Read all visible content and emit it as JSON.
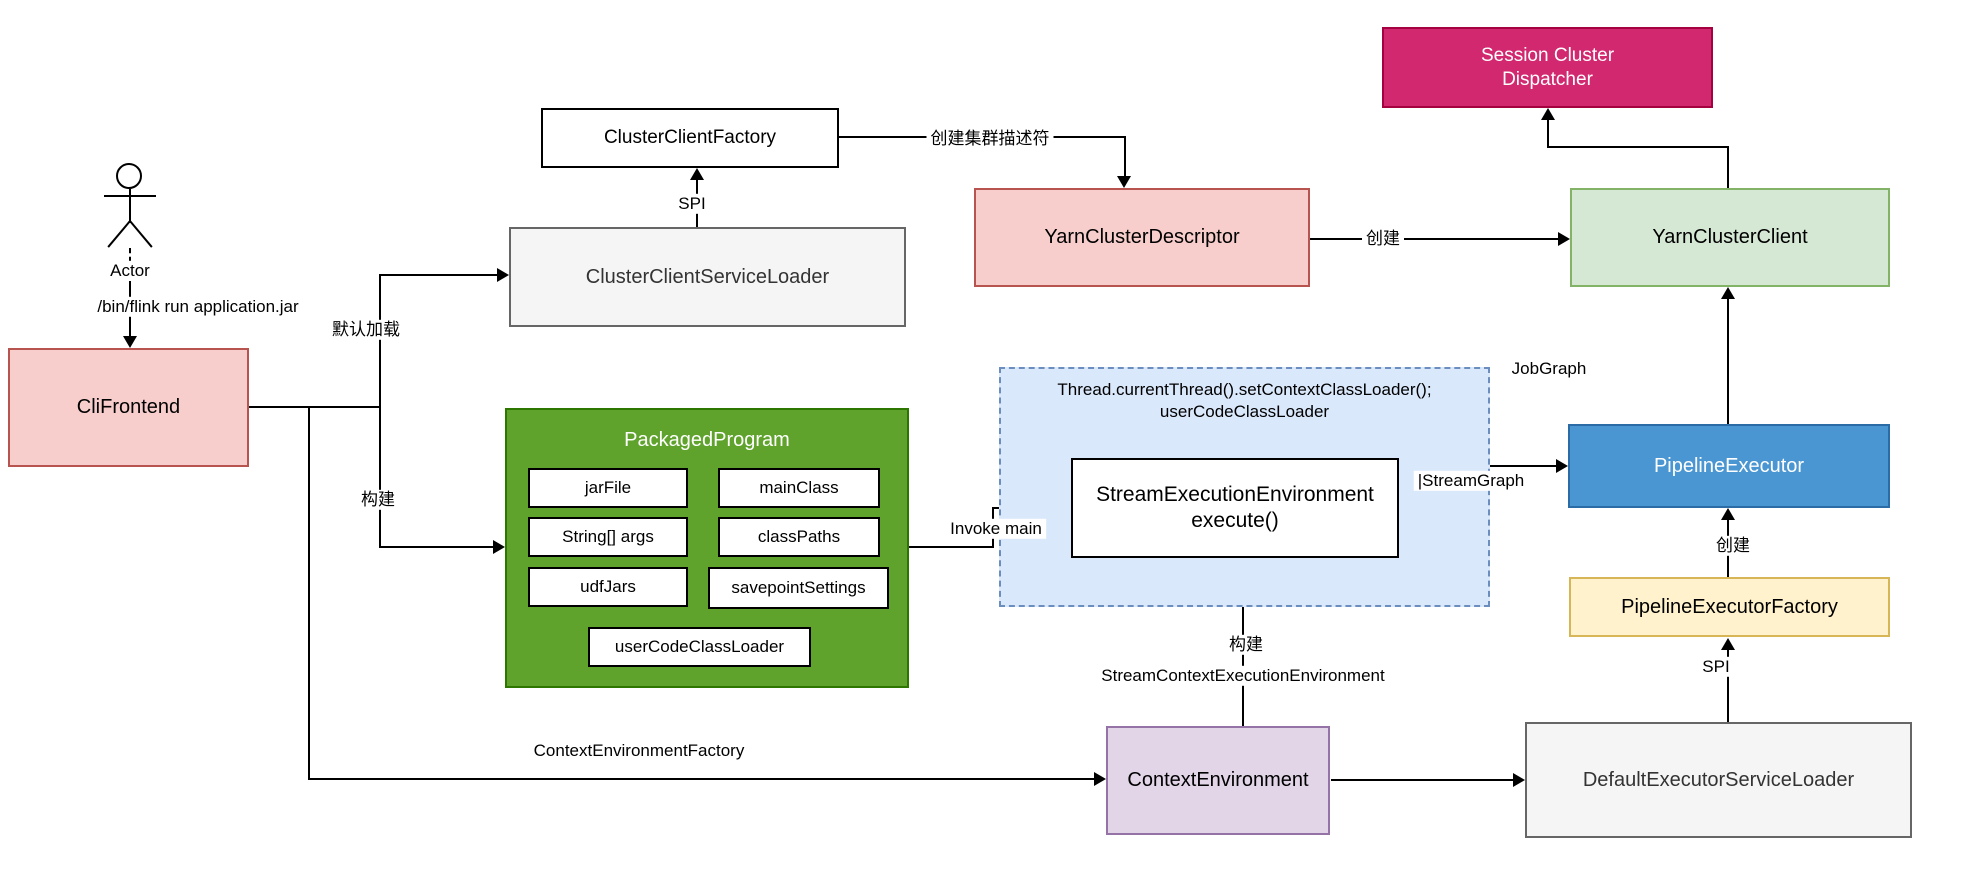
{
  "diagram": {
    "nodes": {
      "sessionClusterDispatcher": {
        "label": "Session Cluster Dispatcher"
      },
      "clusterClientFactory": {
        "label": "ClusterClientFactory"
      },
      "yarnClusterDescriptor": {
        "label": "YarnClusterDescriptor"
      },
      "yarnClusterClient": {
        "label": "YarnClusterClient"
      },
      "clusterClientServiceLoader": {
        "label": "ClusterClientServiceLoader"
      },
      "cliFrontend": {
        "label": "CliFrontend"
      },
      "packagedProgram": {
        "label": "PackagedProgram",
        "fields": [
          "jarFile",
          "mainClass",
          "String[] args",
          "classPaths",
          "udfJars",
          "savepointSettings",
          "userCodeClassLoader"
        ]
      },
      "classLoaderNote": {
        "line1": "Thread.currentThread().setContextClassLoader();",
        "line2": "userCodeClassLoader"
      },
      "streamExecutionEnvironment": {
        "line1": "StreamExecutionEnvironment",
        "line2": "execute()"
      },
      "pipelineExecutor": {
        "label": "PipelineExecutor"
      },
      "pipelineExecutorFactory": {
        "label": "PipelineExecutorFactory"
      },
      "contextEnvironment": {
        "label": "ContextEnvironment"
      },
      "defaultExecutorServiceLoader": {
        "label": "DefaultExecutorServiceLoader"
      }
    },
    "actor": {
      "label": "Actor",
      "command": "/bin/flink run application.jar"
    },
    "edgeLabels": {
      "spiTop": "SPI",
      "spiBottom": "SPI",
      "defaultLoad": "默认加载",
      "build": "构建",
      "createClusterDescriptor": "创建集群描述符",
      "create": "创建",
      "invokeMain": "Invoke main",
      "jobGraph": "JobGraph",
      "streamGraph": "|StreamGraph",
      "buildStreamContext1": "构建",
      "buildStreamContext2": "StreamContextExecutionEnvironment",
      "contextEnvironmentFactory": "ContextEnvironmentFactory",
      "createExecutor": "创建"
    },
    "colors": {
      "pink": "#F8CECC",
      "pinkBorder": "#B85450",
      "magenta": "#D2286F",
      "magentaBorder": "#A50040",
      "green": "#5FA32C",
      "greenBorder": "#2D7600",
      "lightGreen": "#D5E8D4",
      "lightGreenBorder": "#82B366",
      "blue": "#4A96D2",
      "blueBorder": "#2B6BA6",
      "lightBlue": "#DAE8FC",
      "lightBlueBorder": "#6C8EBF",
      "yellow": "#FFF2CC",
      "yellowBorder": "#D6B656",
      "gray": "#F5F5F5",
      "grayBorder": "#666666",
      "purple": "#E1D5E7",
      "purpleBorder": "#9673A6"
    }
  }
}
